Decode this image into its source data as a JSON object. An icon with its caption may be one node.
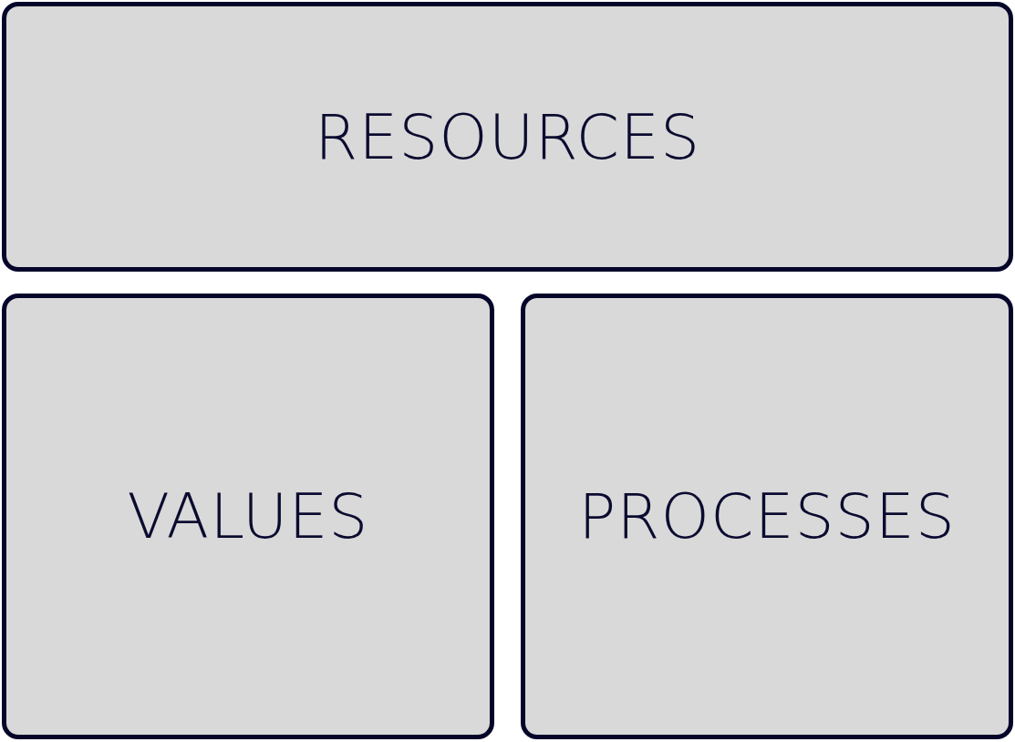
{
  "diagram": {
    "nodes": [
      {
        "text": [
          "RESOURCES"
        ]
      },
      {
        "text": [
          "VALUES"
        ]
      },
      {
        "text": [
          "PROCESSES"
        ]
      }
    ]
  }
}
